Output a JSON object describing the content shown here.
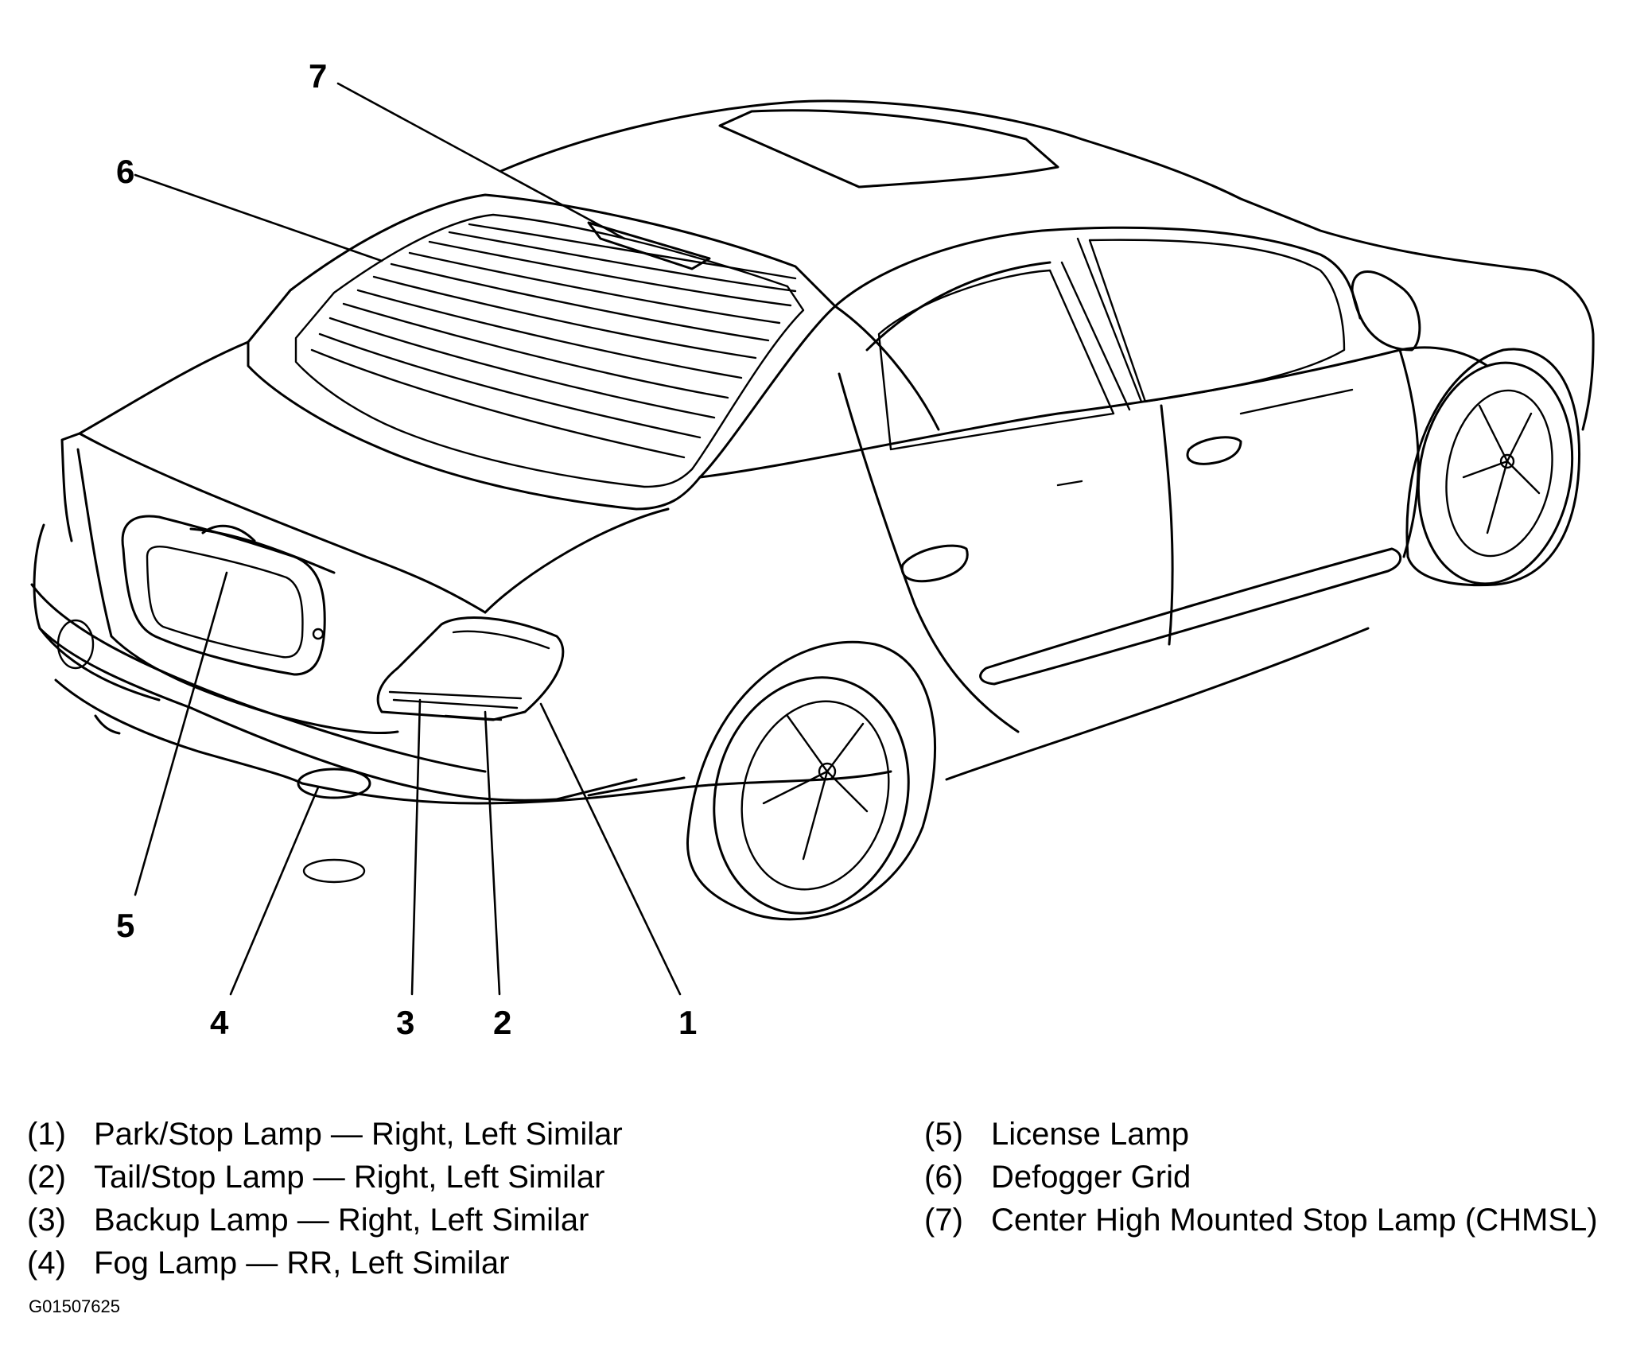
{
  "callouts": [
    {
      "num": "1",
      "label": "Park/Stop Lamp — Right, Left Similar"
    },
    {
      "num": "2",
      "label": "Tail/Stop Lamp — Right, Left Similar"
    },
    {
      "num": "3",
      "label": "Backup Lamp — Right, Left Similar"
    },
    {
      "num": "4",
      "label": "Fog Lamp — RR, Left Similar"
    },
    {
      "num": "5",
      "label": "License Lamp"
    },
    {
      "num": "6",
      "label": "Defogger Grid"
    },
    {
      "num": "7",
      "label": "Center High Mounted Stop Lamp (CHMSL)"
    }
  ],
  "legend": {
    "left": [
      {
        "num": "(1)",
        "text": "Park/Stop Lamp — Right, Left Similar"
      },
      {
        "num": "(2)",
        "text": "Tail/Stop Lamp — Right, Left Similar"
      },
      {
        "num": "(3)",
        "text": "Backup Lamp — Right, Left Similar"
      },
      {
        "num": "(4)",
        "text": "Fog Lamp — RR, Left Similar"
      }
    ],
    "right": [
      {
        "num": "(5)",
        "text": "License Lamp"
      },
      {
        "num": "(6)",
        "text": "Defogger Grid"
      },
      {
        "num": "(7)",
        "text": "Center High Mounted Stop Lamp (CHMSL)"
      }
    ]
  },
  "figure_id": "G01507625"
}
